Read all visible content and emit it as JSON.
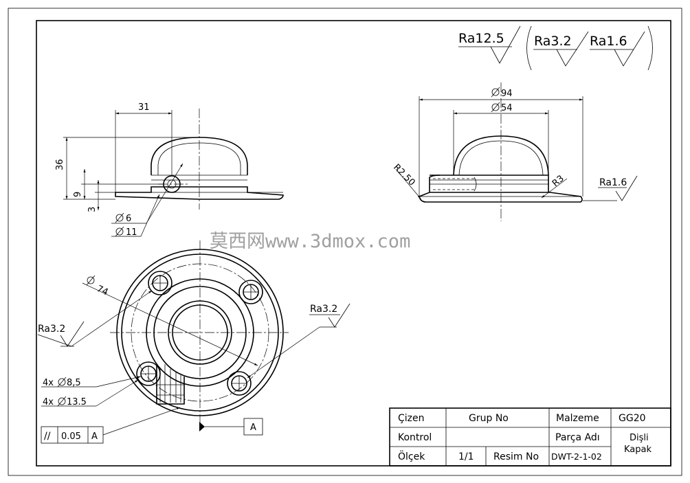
{
  "surface_symbols": {
    "main": "Ra12.5",
    "secondary_1": "Ra3.2",
    "secondary_2": "Ra1.6",
    "side_view_callout": "Ra1.6",
    "plan_callout_left": "Ra3.2",
    "plan_callout_right": "Ra3.2"
  },
  "dimensions": {
    "width_31": "31",
    "height_36": "36",
    "height_9": "9",
    "height_3": "3",
    "hole_dia_6": "6",
    "hole_dia_11": "11",
    "outer_dia_94": "94",
    "inner_dia_54": "54",
    "radius_250": "R2.50",
    "radius_3": "R3",
    "bolt_circle_74": "74",
    "holes_small": "4x",
    "holes_small_val": "8,5",
    "holes_large": "4x",
    "holes_large_val": "13.5"
  },
  "tolerance_frame": {
    "symbol": "//",
    "value": "0.05",
    "datum": "A"
  },
  "datum_label": "A",
  "watermark": "莫西网www.3dmox.com",
  "title_block": {
    "row1": {
      "c1": "Çizen",
      "c2": "Grup No",
      "c3": "Malzeme",
      "c4": "GG20"
    },
    "row2": {
      "c1": "Kontrol",
      "c2": "",
      "c3": "Parça Adı",
      "c4_line1": "Dişli",
      "c4_line2": "Kapak"
    },
    "row3": {
      "c1": "Ölçek",
      "c2": "1/1",
      "c3": "Resim No",
      "c4": "DWT-2-1-02"
    }
  }
}
